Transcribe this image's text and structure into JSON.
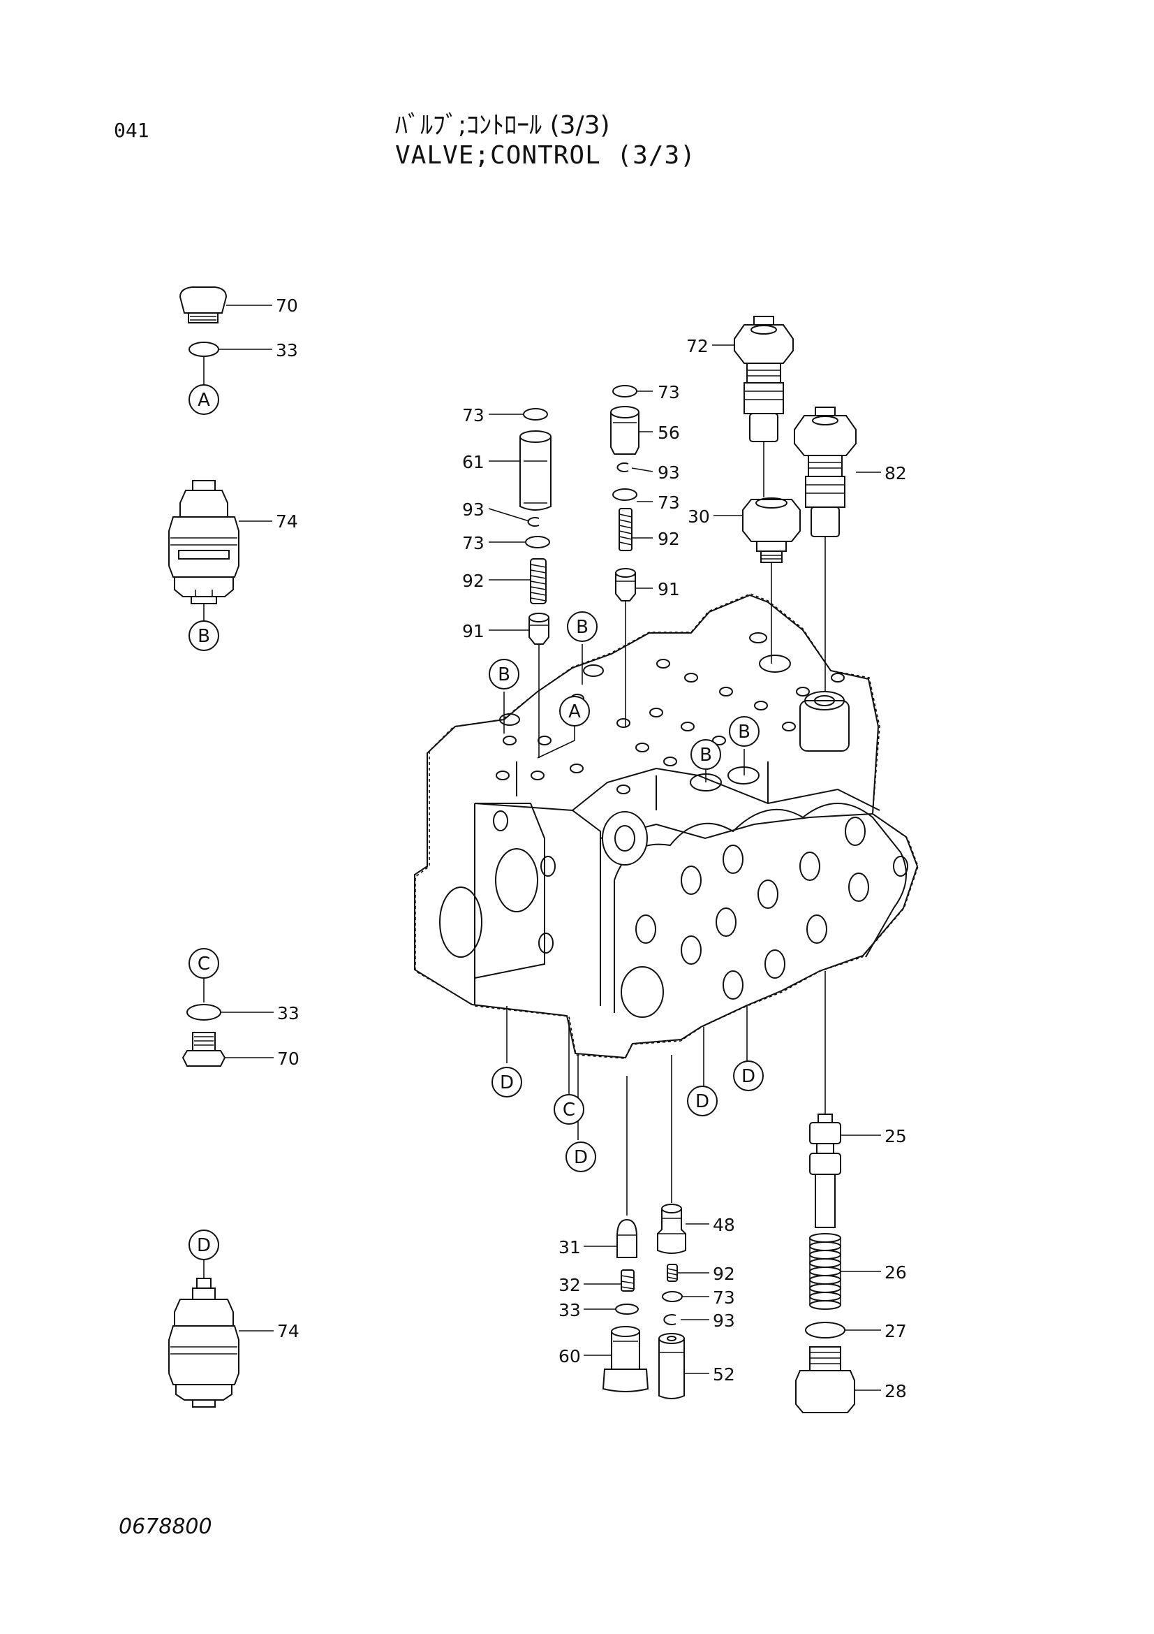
{
  "header": {
    "page_code": "041",
    "title_jp": "ﾊﾞﾙﾌﾞ;ｺﾝﾄﾛｰﾙ (3/3)",
    "title_en": "VALVE;CONTROL (3/3)"
  },
  "footer": {
    "drawing_number": "0678800"
  },
  "part_labels": {
    "p70a": "70",
    "p33a": "33",
    "p74a": "74",
    "p33c": "33",
    "p70c": "70",
    "p74d": "74",
    "p73a": "73",
    "p61": "61",
    "p93a": "93",
    "p73b": "73",
    "p92a": "92",
    "p91a": "91",
    "p73c": "73",
    "p56": "56",
    "p93b": "93",
    "p73d": "73",
    "p92b": "92",
    "p91b": "91",
    "p72": "72",
    "p30": "30",
    "p82": "82",
    "p25": "25",
    "p26": "26",
    "p27": "27",
    "p28": "28",
    "p31": "31",
    "p32": "32",
    "p33b": "33",
    "p60": "60",
    "p48": "48",
    "p92c": "92",
    "p73e": "73",
    "p93c": "93",
    "p52": "52"
  },
  "callouts": {
    "A": "A",
    "B": "B",
    "C": "C",
    "D": "D"
  }
}
